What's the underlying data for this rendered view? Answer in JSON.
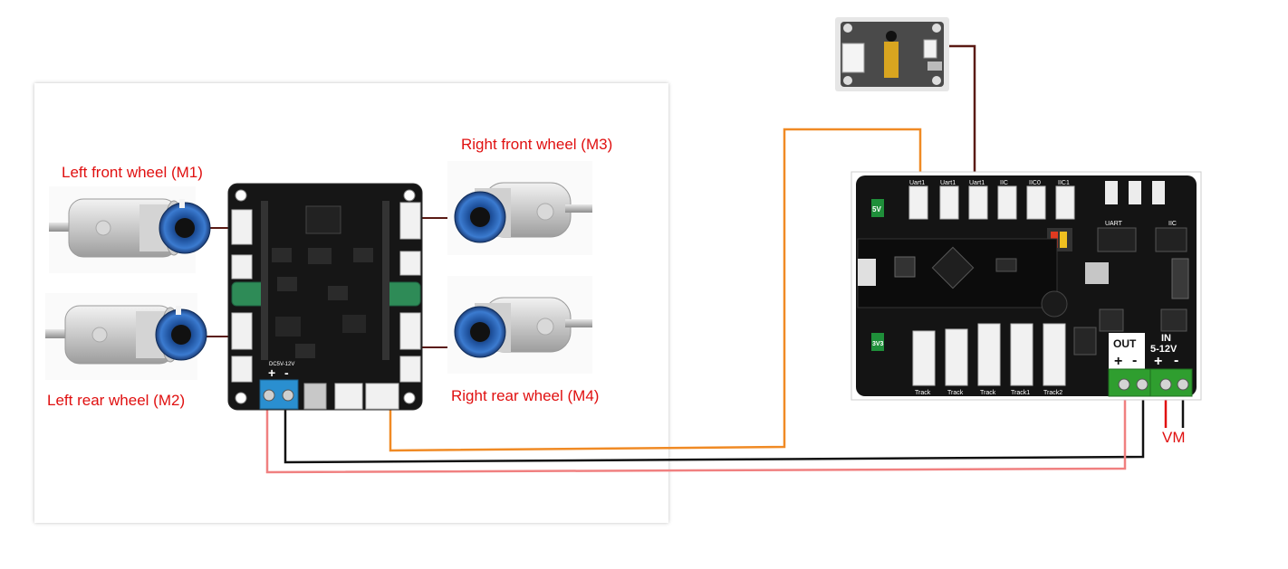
{
  "labels": {
    "m1": "Left front wheel (M1)",
    "m2": "Left rear wheel (M2)",
    "m3": "Right front wheel (M3)",
    "m4": "Right rear wheel (M4)",
    "vm": "VM"
  },
  "driver_board": {
    "power_label": "DC5V-12V",
    "plus": "+",
    "minus": "-"
  },
  "controller_board": {
    "uart_headers": [
      "Uart1",
      "Uart1",
      "Uart1",
      "IIC",
      "IIC0",
      "IIC1"
    ],
    "voltage_5v": "5V",
    "voltage_3v3": "3V3",
    "uart": "UART",
    "iic": "IIC",
    "track_labels": [
      "Track",
      "Track",
      "Track",
      "Track1",
      "Track2"
    ],
    "out_label": "OUT",
    "in_label": "IN",
    "in_range": "5-12V",
    "plus": "+",
    "minus": "-"
  },
  "colors": {
    "wire_orange": "#f08a24",
    "wire_brown": "#5a1a14",
    "wire_black": "#111111",
    "wire_pink": "#f08080",
    "wire_red": "#e01010",
    "label_red": "#e01010",
    "terminal_blue": "#2a8fd0",
    "terminal_green": "#2f9e2f"
  }
}
